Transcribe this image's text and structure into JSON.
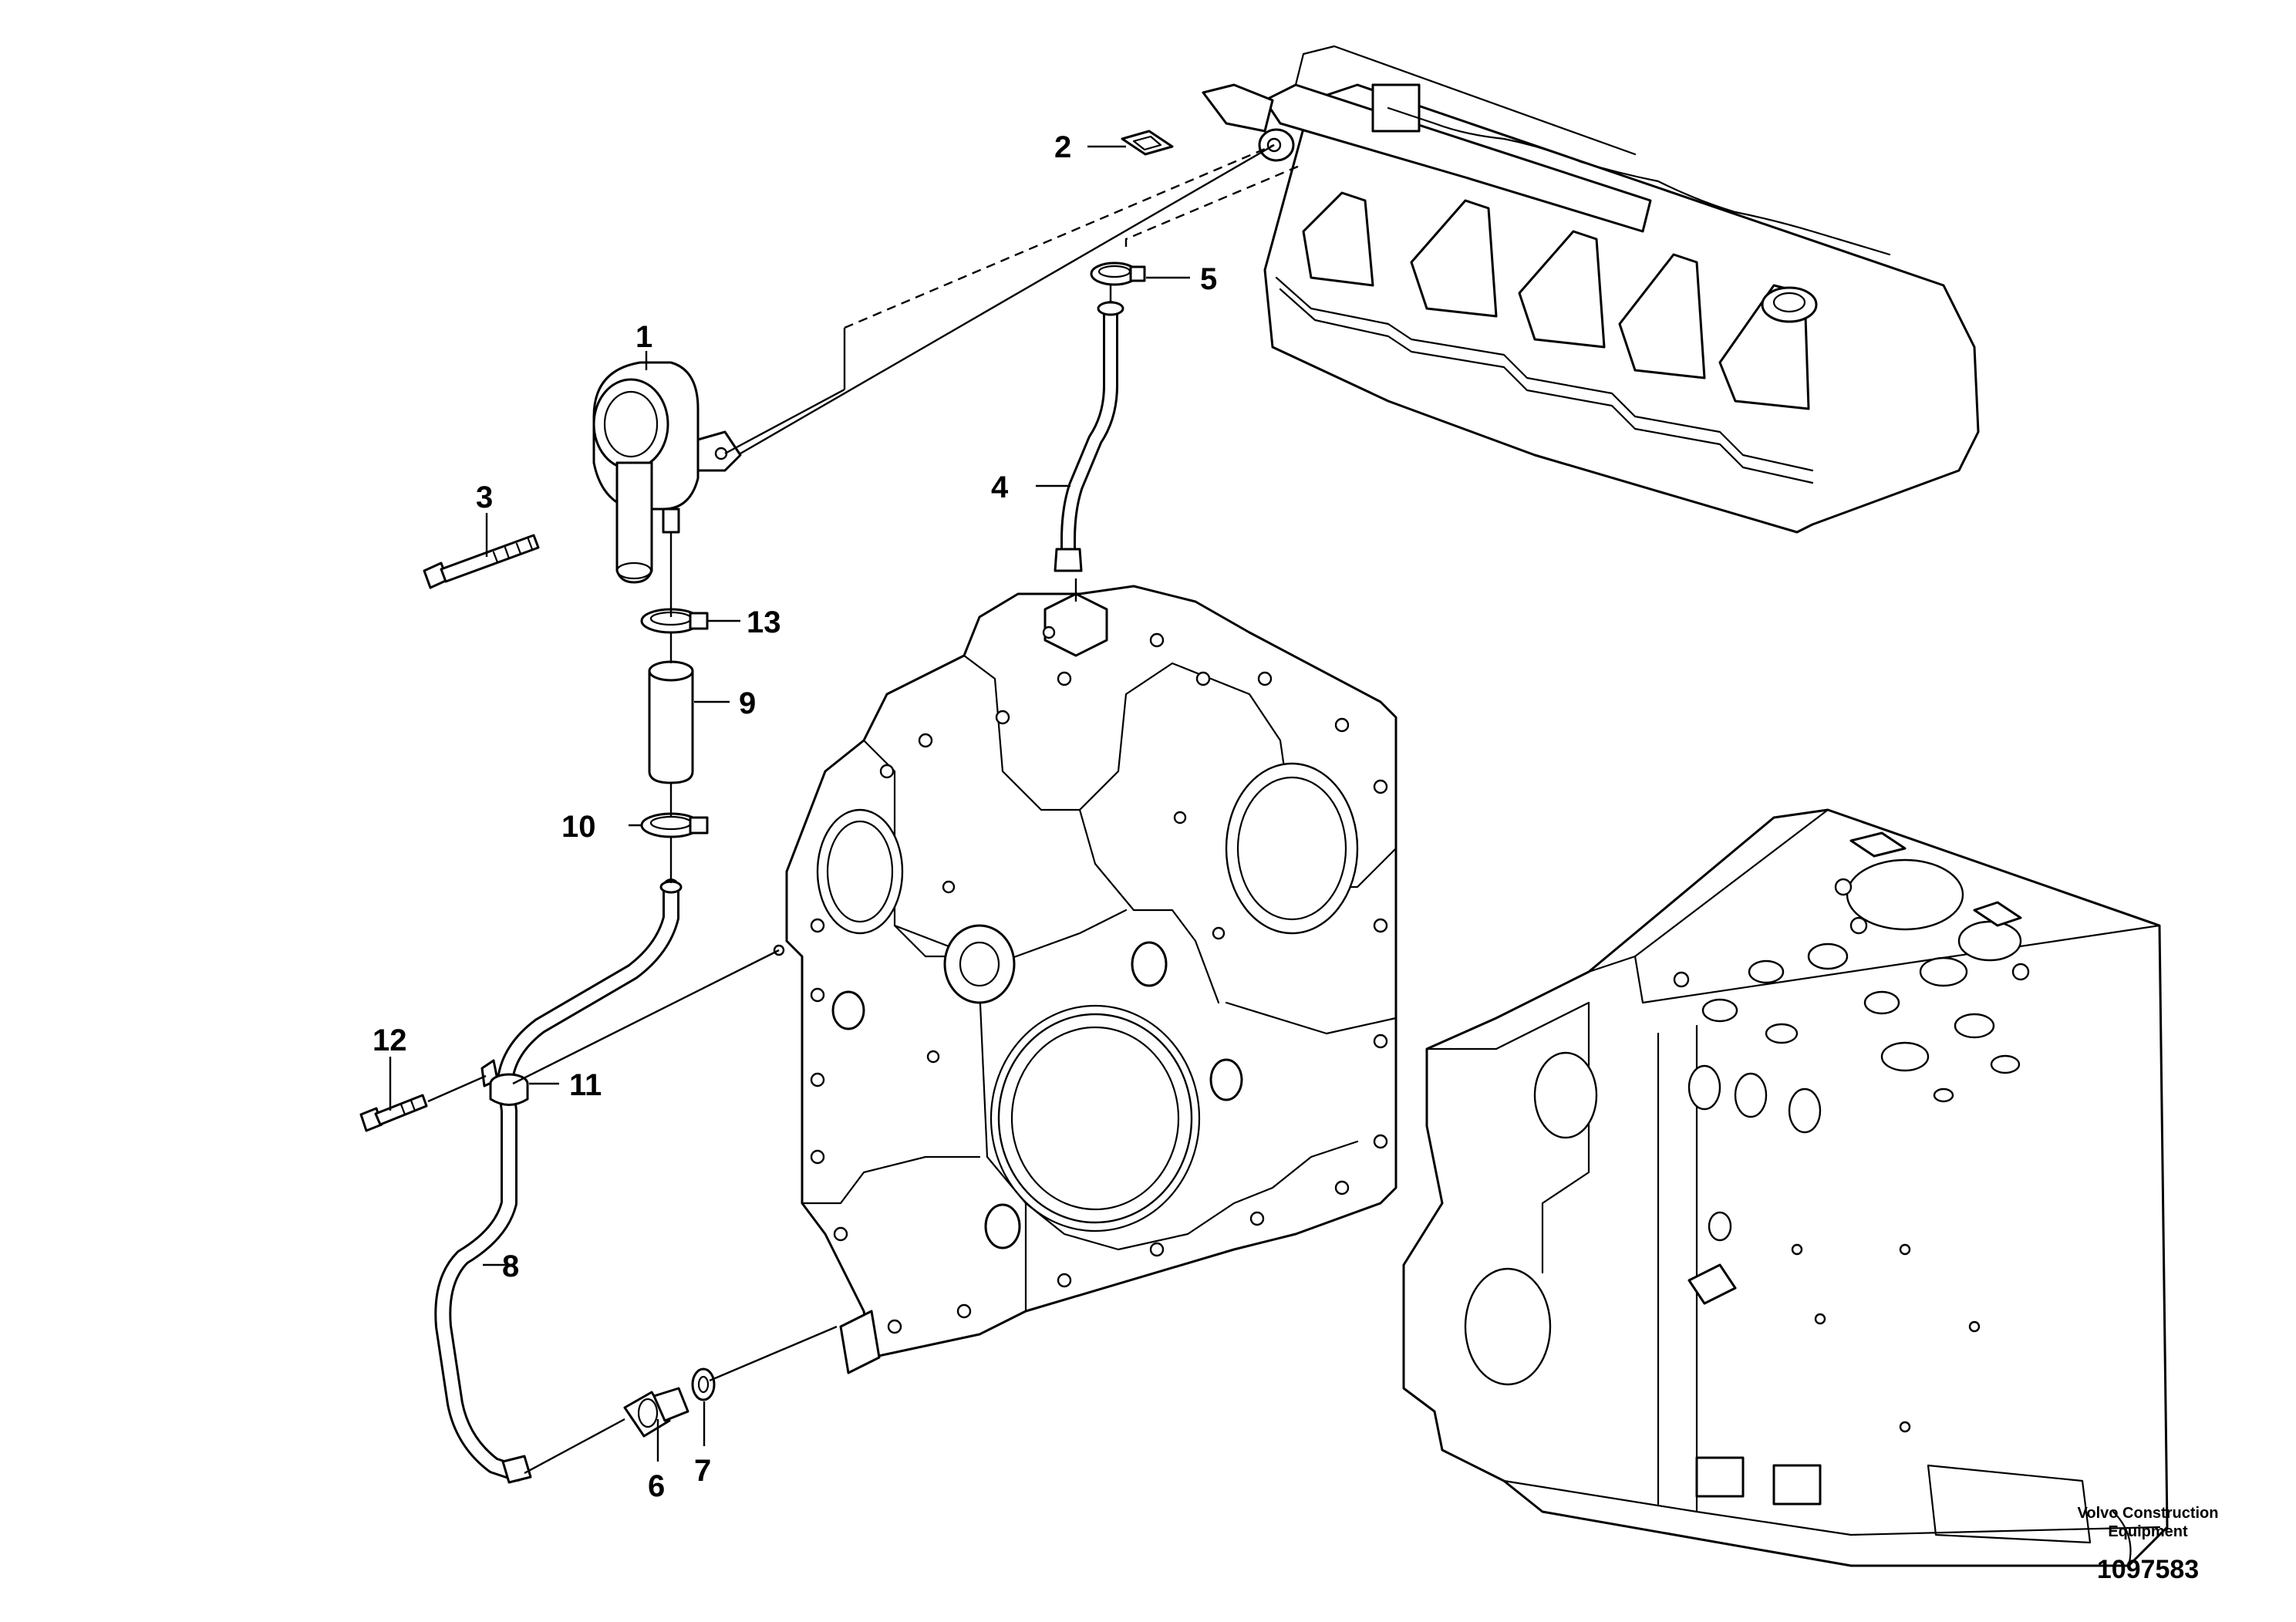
{
  "callouts": {
    "c1": "1",
    "c2": "2",
    "c3": "3",
    "c4": "4",
    "c5": "5",
    "c6": "6",
    "c7": "7",
    "c8": "8",
    "c9": "9",
    "c10": "10",
    "c11": "11",
    "c12": "12",
    "c13": "13"
  },
  "branding": {
    "company_line1": "Volvo Construction",
    "company_line2": "Equipment",
    "document_number": "1097583"
  }
}
